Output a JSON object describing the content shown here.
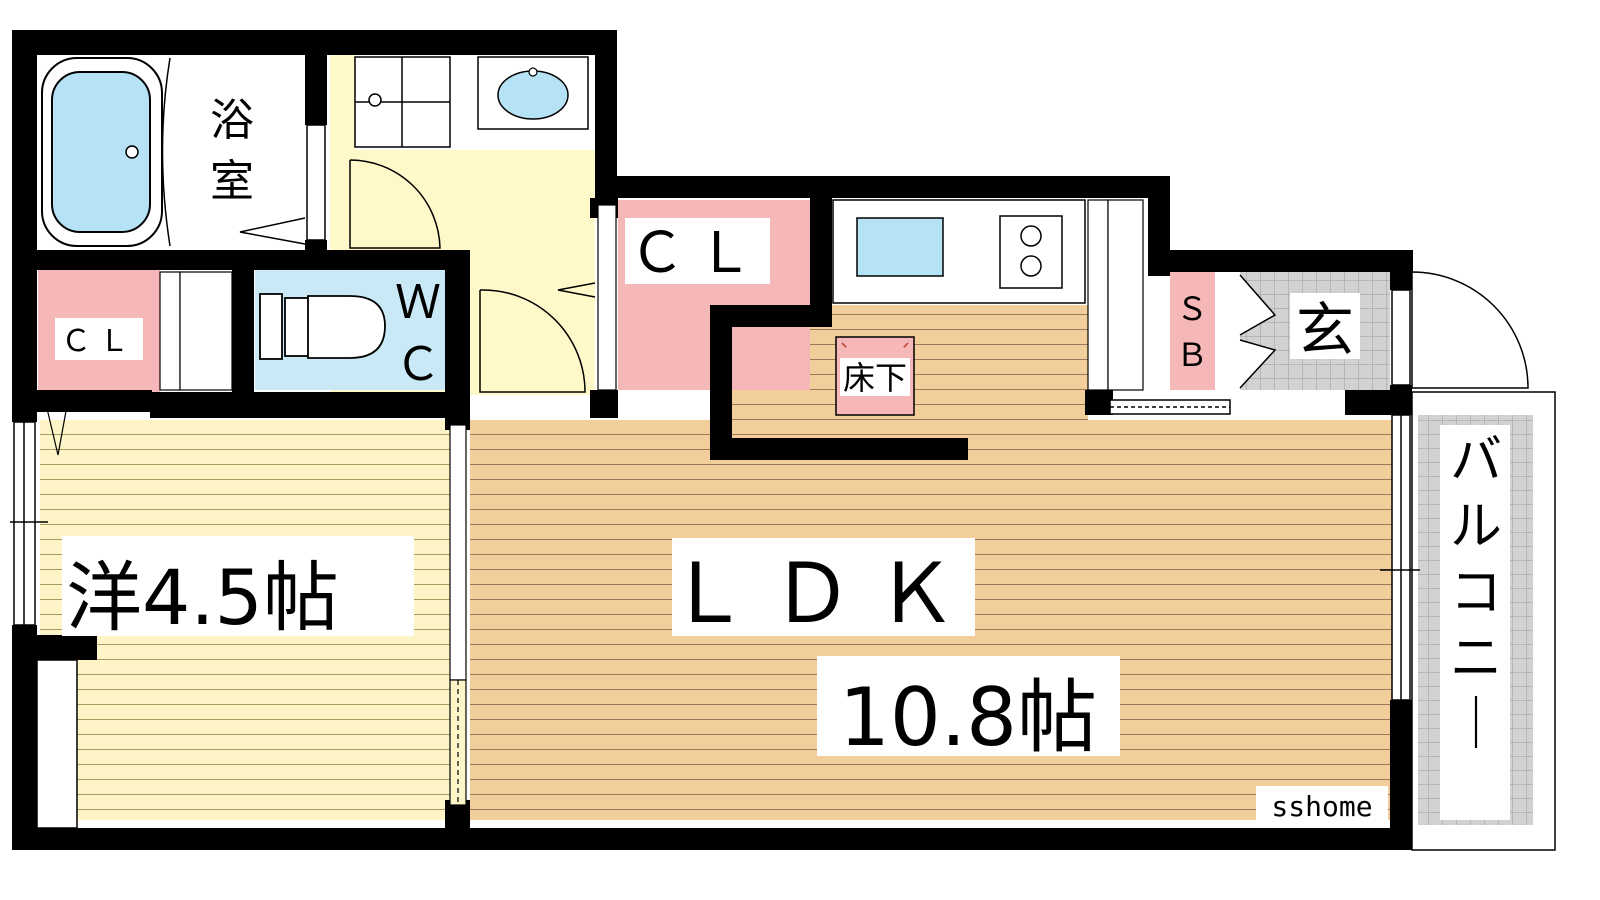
{
  "rooms": {
    "bath": "浴室",
    "closet_upper": "ＣＬ",
    "closet_left": "ＣＬ",
    "toilet": "ＷＣ",
    "western_room_name": "洋",
    "western_room_size": "4.5帖",
    "ldk_name": "ＬＤＫ",
    "ldk_size": "10.8帖",
    "underfloor_storage": "床下",
    "shoe_box": "ＳＢ",
    "entrance": "玄",
    "balcony": "バルコニー"
  },
  "watermark": "sshome",
  "colors": {
    "wall": "#000000",
    "flooring": "#f2cf9a",
    "flooring_line": "#9a7a58",
    "western_floor": "#fdf5c8",
    "western_line": "#a89a60",
    "closet": "#f5b7b7",
    "toilet": "#c8e9f5",
    "hallway": "#fff8c8",
    "tile": "#d2d2d2",
    "fixture_blue": "#b5e2f4"
  }
}
